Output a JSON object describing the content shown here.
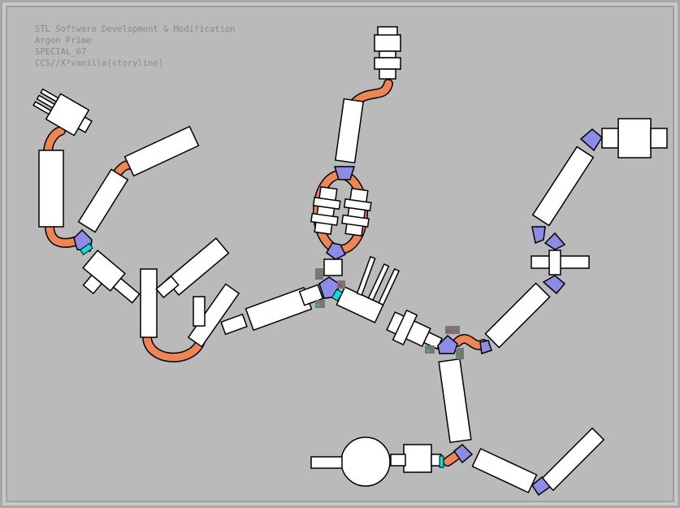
{
  "info": {
    "company": "STL Software Development & Modification",
    "sector": "Argon Prime",
    "station": "SPECIAL_67",
    "version": "CCS//X³vanilla[storyline]"
  },
  "colors": {
    "module": "#ffffff",
    "hub": "#8c8ce8",
    "tube": "#ef8550",
    "dock_cyan": "#00e0e0",
    "marker_green": "#30c030",
    "marker_red": "#e02020"
  }
}
